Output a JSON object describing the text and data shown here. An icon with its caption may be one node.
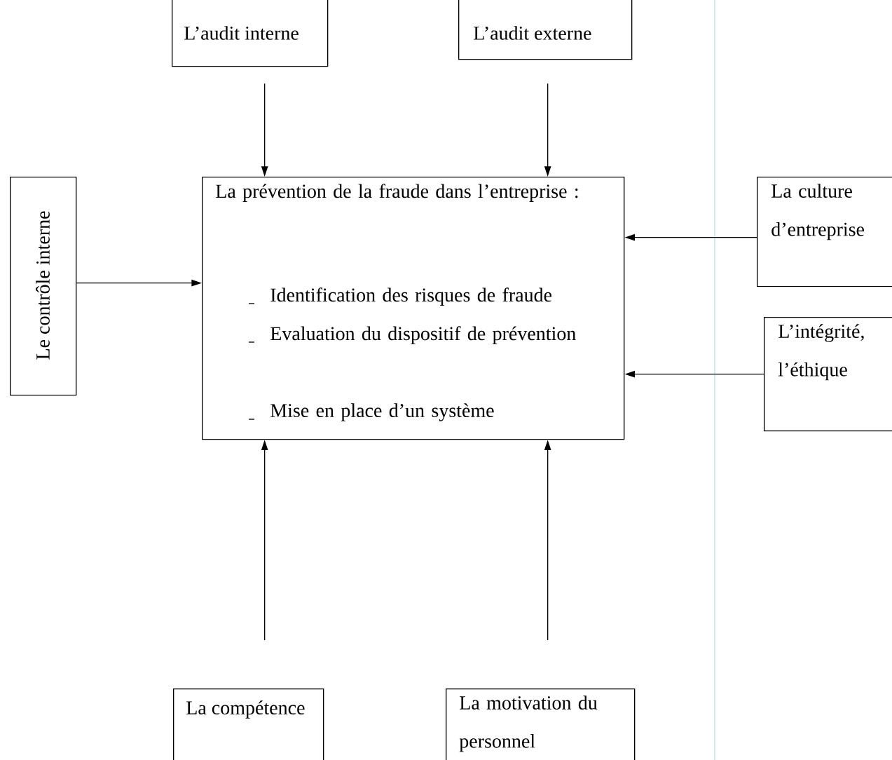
{
  "diagram": {
    "nodes": [
      {
        "text": [
          "L’audit interne"
        ]
      },
      {
        "text": [
          "L’audit externe"
        ]
      },
      {
        "text": [
          "Le contrôle interne"
        ]
      },
      {
        "text": [
          "La prévention de la fraude dans l’entreprise :",
          "Identification des risques de fraude",
          "Evaluation du dispositif de prévention",
          "Mise en place d’un système"
        ]
      },
      {
        "text": [
          "La culture d’entreprise"
        ]
      },
      {
        "text": [
          "L’intégrité, l’éthique"
        ]
      },
      {
        "text": [
          "La compétence"
        ]
      },
      {
        "text": [
          "La motivation du personnel"
        ]
      }
    ],
    "edges": [
      {
        "from": 0,
        "to": 3,
        "arrow": "to"
      },
      {
        "from": 1,
        "to": 3,
        "arrow": "to"
      },
      {
        "from": 2,
        "to": 3,
        "arrow": "to"
      },
      {
        "from": 4,
        "to": 3,
        "arrow": "to"
      },
      {
        "from": 5,
        "to": 3,
        "arrow": "to"
      },
      {
        "from": 6,
        "to": 3,
        "arrow": "to"
      },
      {
        "from": 7,
        "to": 3,
        "arrow": "to"
      }
    ]
  }
}
